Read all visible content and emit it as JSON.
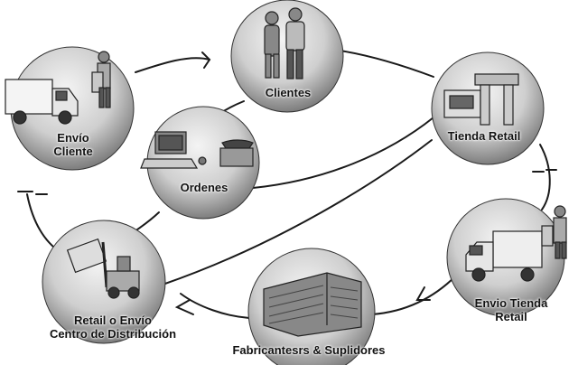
{
  "nodes": {
    "clientes": "Clientes",
    "envio_cliente": [
      "Envío",
      "Cliente"
    ],
    "tienda_retail": "Tienda Retail",
    "ordenes": "Ordenes",
    "retail_centro": [
      "Retail o Envío",
      "Centro de Distribución"
    ],
    "fabricantes": "Fabricantesrs & Suplidores",
    "envio_tienda": [
      "Envio Tienda",
      "Retail"
    ]
  },
  "colors": {
    "circle_light": "#f2f2f2",
    "circle_dark": "#6e6e6e",
    "line": "#1a1a1a"
  }
}
